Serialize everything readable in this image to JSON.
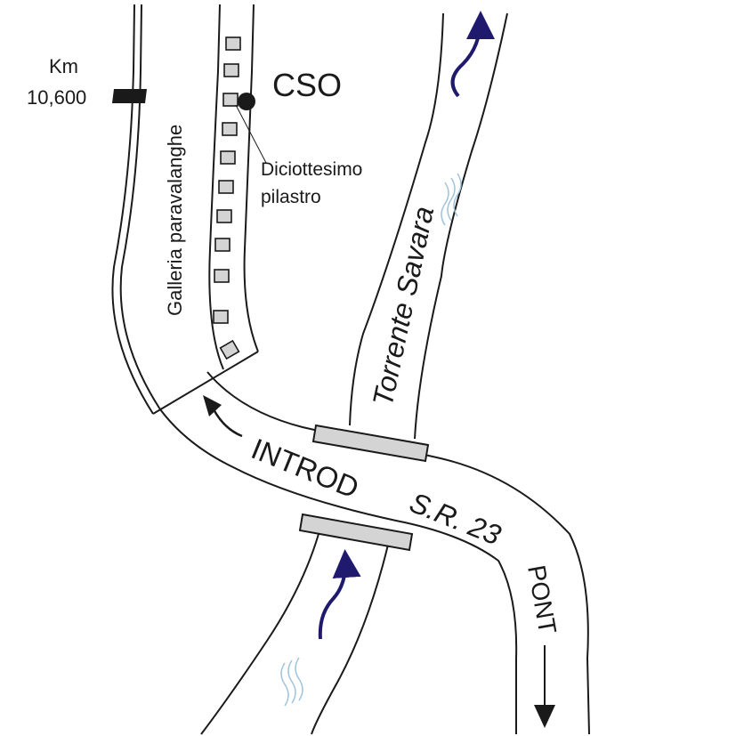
{
  "labels": {
    "km": "Km",
    "km_value": "10,600",
    "cso": "CSO",
    "pillar_line1": "Diciottesimo",
    "pillar_line2": "pilastro",
    "gallery": "Galleria paravalanghe",
    "torrent": "Torrente Savara",
    "introd": "INTROD",
    "road": "S.R. 23",
    "pont": "PONT"
  },
  "colors": {
    "line": "#1a1a1a",
    "water_arrow": "#1f1a6e",
    "water_ripple": "#9fc3dc",
    "fill": "#d4d4d4"
  },
  "icons": {
    "cso_marker": "filled-circle",
    "flow": "curved-arrow",
    "direction": "arrow"
  }
}
